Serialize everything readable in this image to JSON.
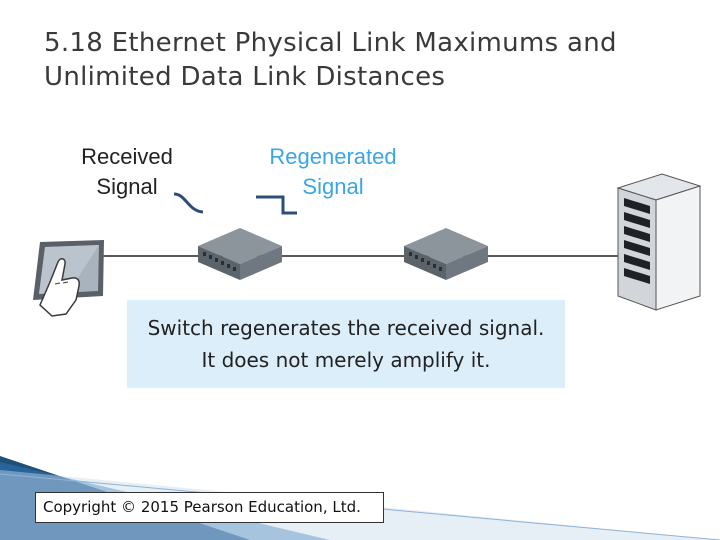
{
  "slide": {
    "number": "5.18",
    "title": "Ethernet Physical Link Maximums and Unlimited Data Link Distances"
  },
  "labels": {
    "received_line1": "Received",
    "received_line2": "Signal",
    "regenerated_line1": "Regenerated",
    "regenerated_line2": "Signal"
  },
  "callout": {
    "line1": "Switch regenerates the received signal.",
    "line2": "It does not merely amplify it."
  },
  "copyright": "Copyright © 2015 Pearson Education, Ltd.",
  "colors": {
    "regenerated_text": "#3aa6e6",
    "callout_bg": "#dbeefa",
    "accent_band": "#1f4e79"
  }
}
